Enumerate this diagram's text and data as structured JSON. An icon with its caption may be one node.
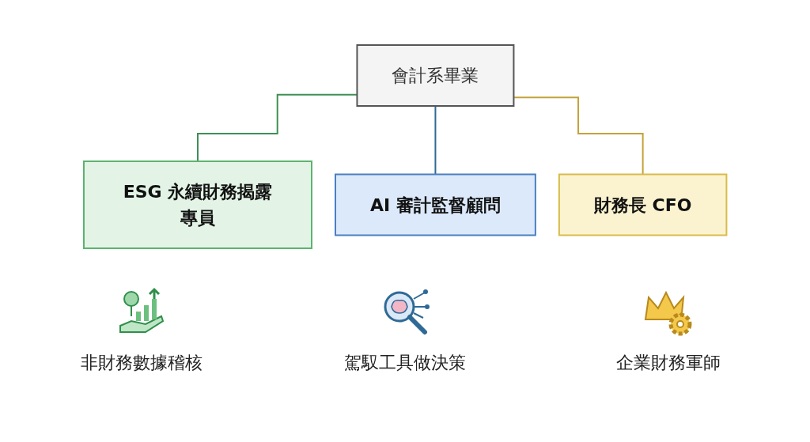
{
  "diagram": {
    "nodes": [
      {
        "text": [
          "會計系畢業"
        ]
      },
      {
        "text": [
          "ESG 永續財務揭露專員"
        ]
      },
      {
        "text": [
          "AI 審計監督顧問"
        ]
      },
      {
        "text": [
          "財務長 CFO"
        ]
      }
    ],
    "edges": [
      {
        "from": 0,
        "to": 1,
        "arrow": "none",
        "color": "#3f8f55"
      },
      {
        "from": 0,
        "to": 2,
        "arrow": "none",
        "color": "#2f6a96"
      },
      {
        "from": 0,
        "to": 3,
        "arrow": "none",
        "color": "#c4a23a"
      }
    ],
    "labels": [
      "非財務數據稽核",
      "駕馭工具做決策",
      "企業財務軍師"
    ]
  }
}
